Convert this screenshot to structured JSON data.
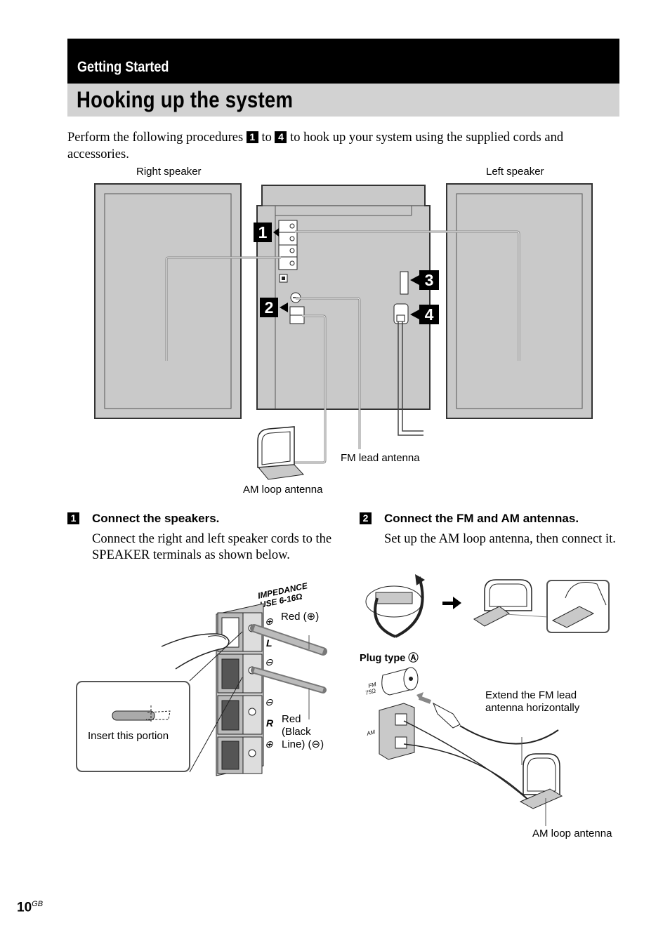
{
  "header": {
    "section": "Getting Started",
    "title": "Hooking up the system"
  },
  "intro": {
    "before": "Perform the following procedures",
    "step_first": "1",
    "to": "to",
    "step_last": "4",
    "after": "to hook up your system using the supplied cords and accessories."
  },
  "diagram": {
    "right_speaker": "Right speaker",
    "left_speaker": "Left speaker",
    "callouts": [
      "1",
      "2",
      "3",
      "4"
    ],
    "fm_lead": "FM lead antenna",
    "am_loop": "AM loop antenna"
  },
  "steps": [
    {
      "num": "1",
      "title": "Connect the speakers.",
      "body": "Connect the right and left speaker cords to the SPEAKER terminals as shown below."
    },
    {
      "num": "2",
      "title": "Connect the FM and AM antennas.",
      "body": "Set up the AM loop antenna, then connect it."
    }
  ],
  "speaker_detail": {
    "impedance_1": "IMPEDANCE",
    "impedance_2": "USE 6-16Ω",
    "red": "Red (⊕)",
    "red_black_1": "Red",
    "red_black_2": "(Black",
    "red_black_3": "Line) (⊖)",
    "insert": "Insert this portion",
    "letter_l": "L",
    "letter_r": "R"
  },
  "antenna_detail": {
    "plug_type": "Plug type Ⓐ",
    "fm_label_1": "FM",
    "fm_label_2": "75Ω",
    "am_label": "AM",
    "extend_1": "Extend the FM lead",
    "extend_2": "antenna horizontally",
    "am_loop": "AM loop antenna"
  },
  "page": {
    "number": "10",
    "suffix": "GB"
  }
}
